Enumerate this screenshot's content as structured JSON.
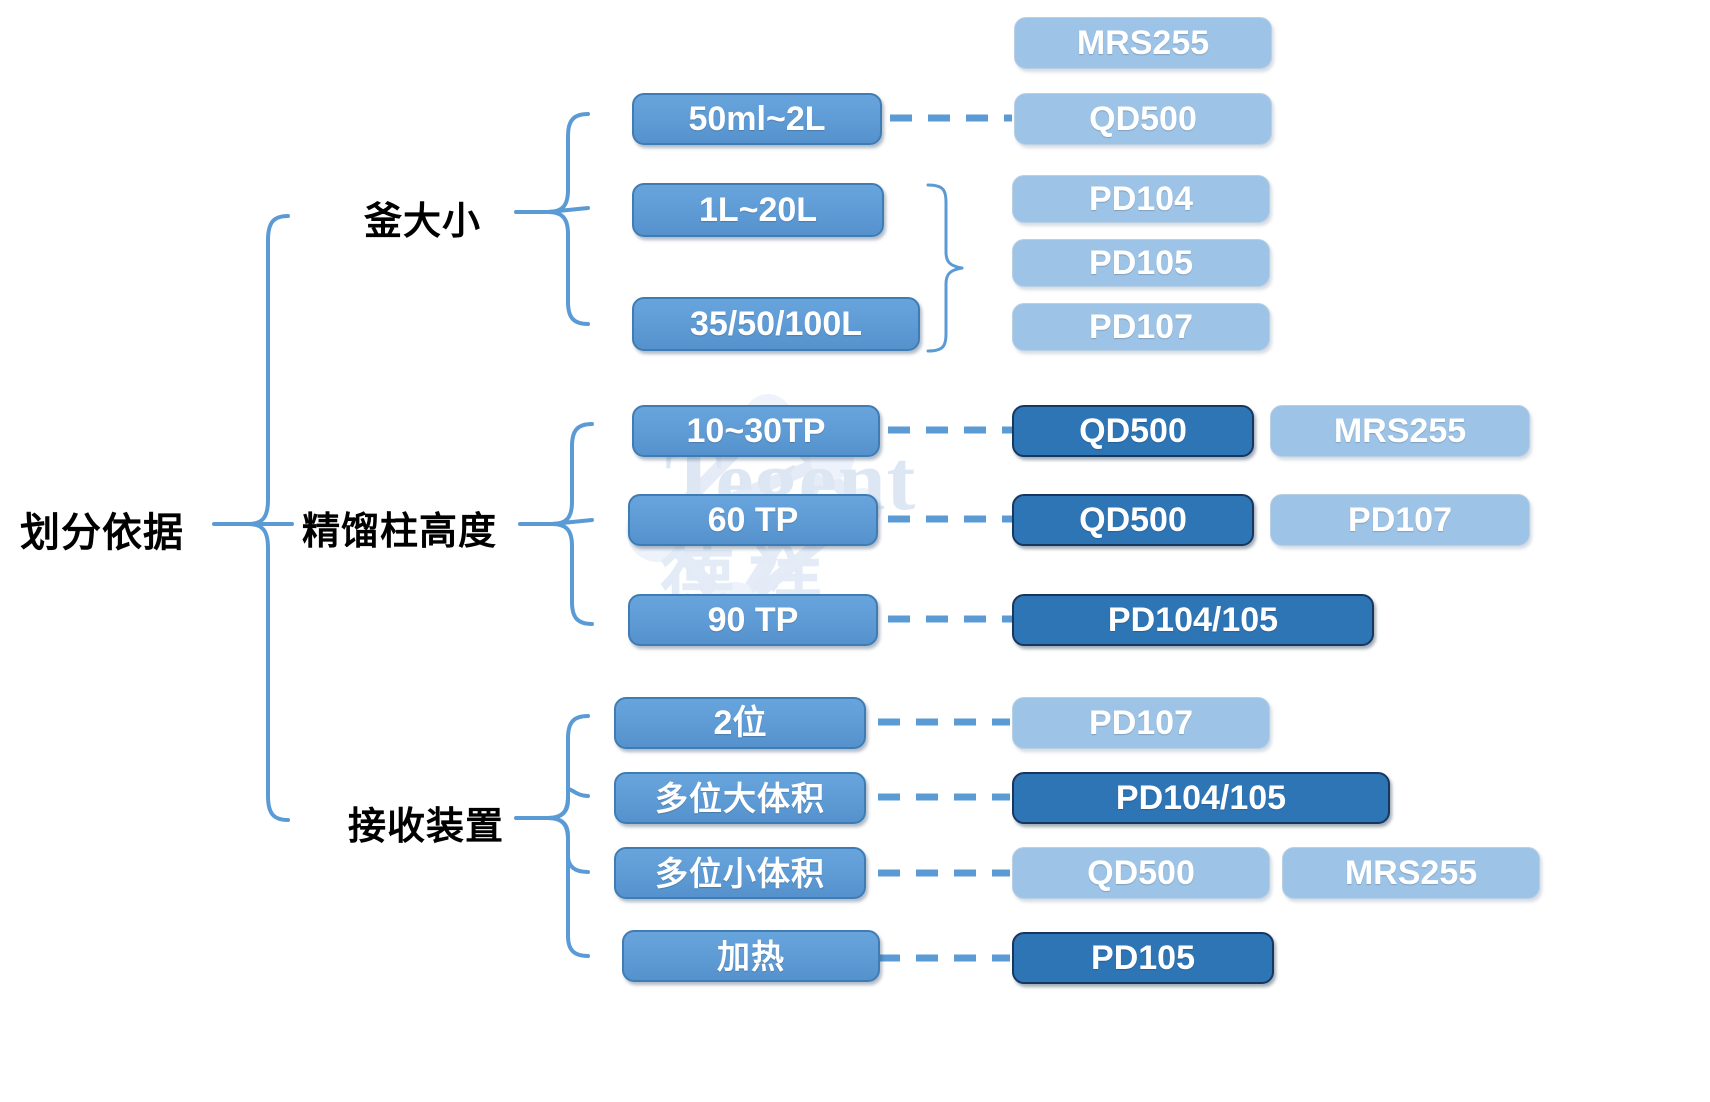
{
  "diagram": {
    "root_label": "划分依据",
    "watermark": {
      "latin": "Tegent",
      "cjk": "德祥"
    },
    "colors": {
      "connector": "#5b9bd5",
      "criteria_box": "#5e9bd5",
      "result_light": "#9dc3e6",
      "result_dark": "#2e75b6",
      "text_dark": "#000000",
      "text_on_box": "#ffffff"
    },
    "branches": [
      {
        "label": "釜大小",
        "rows": [
          {
            "criteria": "50ml~2L",
            "results": [
              "QD500"
            ]
          },
          {
            "criteria": "1L~20L",
            "results": []
          },
          {
            "criteria": "35/50/100L",
            "results": []
          }
        ],
        "extra_results": [
          "MRS255",
          "PD104",
          "PD105",
          "PD107"
        ],
        "brace_results": [
          "PD104",
          "PD105",
          "PD107"
        ]
      },
      {
        "label": "精馏柱高度",
        "rows": [
          {
            "criteria": "10~30TP",
            "results": [
              "QD500",
              "MRS255"
            ]
          },
          {
            "criteria": "60 TP",
            "results": [
              "QD500",
              "PD107"
            ]
          },
          {
            "criteria": "90 TP",
            "results": [
              "PD104/105"
            ]
          }
        ]
      },
      {
        "label": "接收装置",
        "rows": [
          {
            "criteria": "2位",
            "results": [
              "PD107"
            ]
          },
          {
            "criteria": "多位大体积",
            "results": [
              "PD104/105"
            ]
          },
          {
            "criteria": "多位小体积",
            "results": [
              "QD500",
              "MRS255"
            ]
          },
          {
            "criteria": "加热",
            "results": [
              "PD105"
            ]
          }
        ]
      }
    ],
    "boxes": {
      "criteria": [
        "50ml~2L",
        "1L~20L",
        "35/50/100L",
        "10~30TP",
        "60 TP",
        "90 TP",
        "2位",
        "多位大体积",
        "多位小体积",
        "加热"
      ],
      "results_light": [
        "MRS255",
        "QD500",
        "PD104",
        "PD105",
        "PD107",
        "MRS255",
        "PD107",
        "PD107",
        "QD500",
        "MRS255"
      ],
      "results_dark": [
        "QD500",
        "QD500",
        "PD104/105",
        "PD104/105",
        "PD105"
      ]
    },
    "items": {
      "c_50ml2l": "50ml~2L",
      "c_1l20l": "1L~20L",
      "c_3550100": "35/50/100L",
      "c_1030tp": "10~30TP",
      "c_60tp": "60 TP",
      "c_90tp": "90 TP",
      "c_2wei": "2位",
      "c_duoda": "多位大体积",
      "c_duoxiao": "多位小体积",
      "c_jiare": "加热",
      "r_mrs255_a": "MRS255",
      "r_qd500_a": "QD500",
      "r_pd104_a": "PD104",
      "r_pd105_a": "PD105",
      "r_pd107_a": "PD107",
      "r_qd500_b": "QD500",
      "r_mrs255_b": "MRS255",
      "r_qd500_c": "QD500",
      "r_pd107_b": "PD107",
      "r_pd104105_a": "PD104/105",
      "r_pd107_c": "PD107",
      "r_pd104105_b": "PD104/105",
      "r_qd500_d": "QD500",
      "r_mrs255_c": "MRS255",
      "r_pd105_b": "PD105"
    }
  }
}
